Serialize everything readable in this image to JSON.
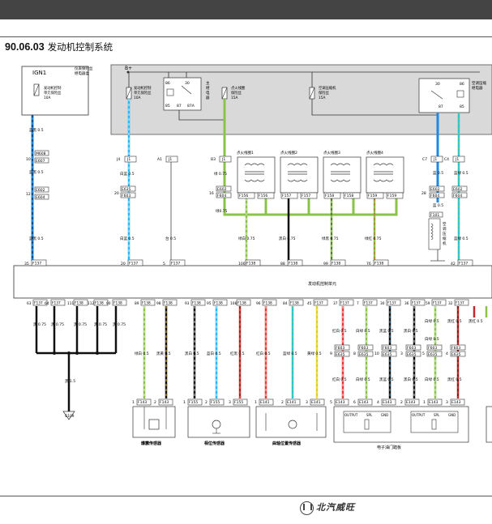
{
  "page": {
    "section_number": "90.06.03",
    "section_title": "发动机控制系统",
    "brand": "北汽威旺"
  },
  "upper": {
    "ign1": "IGN1",
    "dash_fuse_box": [
      "仪表保险丝",
      "继电器盒"
    ],
    "ign1_fuse": [
      "发动机控制",
      "单元保险丝",
      "10A"
    ],
    "bplus": "B+",
    "ecu_fuse": [
      "发动机控制",
      "单元保险丝",
      "10A"
    ],
    "relay_pins": [
      "86",
      "30",
      "85",
      "87",
      "87A"
    ],
    "main_relay": [
      "主",
      "继",
      "电",
      "器"
    ],
    "ignition_fuse": [
      "点火线圈",
      "保险丝",
      "15A"
    ],
    "ac_fuse": [
      "空调压缩机",
      "保险丝",
      "15A"
    ],
    "ac_relay_pins": [
      "30",
      "86",
      "87",
      "85"
    ],
    "ac_relay": [
      "空调压缩",
      "继电器"
    ],
    "ignition_coils": [
      "点火线圈1",
      "点火线圈2",
      "点火线圈3",
      "点火线圈4"
    ],
    "ac_compressor": [
      "空",
      "调",
      "压",
      "缩",
      "机"
    ]
  },
  "connectors": {
    "ign_col": [
      "M608",
      "E607",
      "E602",
      "E604"
    ],
    "ign_pins": [
      "10",
      "12"
    ],
    "j4": [
      "J4",
      "J1"
    ],
    "a1": [
      "A1",
      "J1"
    ],
    "b3": [
      "B3",
      "J1"
    ],
    "j4_lower": [
      "20",
      "E635",
      "F603"
    ],
    "ign_lower": [
      "16",
      "E602",
      "F604"
    ],
    "ac_c7": [
      "C7",
      "J1",
      "C4",
      "J1"
    ],
    "ac_lower": [
      "28",
      "E602",
      "F604",
      "E602",
      "F604",
      "F101"
    ],
    "coil_pins": [
      "F156",
      "F156",
      "F157",
      "F157",
      "F158",
      "F158",
      "F159",
      "F159"
    ]
  },
  "wires_top": [
    {
      "label": "蓝黑 0.5"
    },
    {
      "label": "蓝黑 0.5"
    },
    {
      "label": "白蓝 0.5"
    },
    {
      "label": "白蓝 0.5"
    },
    {
      "label": "台 0.5"
    },
    {
      "label": "绿 0.75"
    },
    {
      "label": "绿0.75"
    },
    {
      "label": "绿白 0.75"
    },
    {
      "label": "黑白 0.75"
    },
    {
      "label": "绿黑 0.75"
    },
    {
      "label": "绿红 0.75"
    },
    {
      "label": "蓝 0.5"
    },
    {
      "label": "蓝绿 0.5"
    },
    {
      "label": "蓝 0.5"
    },
    {
      "label": "蓝绿 0.5"
    },
    {
      "label": "蓝 0.5"
    }
  ],
  "ecu": {
    "label": "发动机控制单元",
    "top_pins": [
      {
        "num": "35",
        "conn": "F137"
      },
      {
        "num": "20",
        "conn": "F137"
      },
      {
        "num": "5",
        "conn": "F137"
      },
      {
        "num": "100",
        "conn": "F138"
      },
      {
        "num": "88",
        "conn": "F138"
      },
      {
        "num": "99",
        "conn": "F138"
      },
      {
        "num": "76",
        "conn": "F138"
      },
      {
        "num": "42",
        "conn": "F137"
      }
    ],
    "bottom_pins": [
      {
        "num": "63",
        "conn": "F137"
      },
      {
        "num": "64",
        "conn": "F137"
      },
      {
        "num": "111",
        "conn": "F138"
      },
      {
        "num": "112",
        "conn": "F138"
      },
      {
        "num": "90",
        "conn": "F138"
      },
      {
        "num": "89",
        "conn": "F138"
      },
      {
        "num": "98",
        "conn": "F138"
      },
      {
        "num": "93",
        "conn": "F138"
      },
      {
        "num": "95",
        "conn": "F138"
      },
      {
        "num": "108",
        "conn": "F138"
      },
      {
        "num": "96",
        "conn": "F138"
      },
      {
        "num": "84",
        "conn": "F138"
      },
      {
        "num": "45",
        "conn": "F137"
      },
      {
        "num": "37",
        "conn": "F137"
      },
      {
        "num": "7",
        "conn": "F137"
      },
      {
        "num": "30",
        "conn": "F137"
      },
      {
        "num": "36",
        "conn": "F137"
      },
      {
        "num": "59",
        "conn": "F137"
      },
      {
        "num": "32",
        "conn": "F137"
      }
    ]
  },
  "ground": {
    "wire": "黑 0.75",
    "main": "黑 1.5",
    "point": "G109"
  },
  "lower_wires": [
    "绿白 0.5",
    "黑黄 0.5",
    "黑白 0.5",
    "蓝白 0.5",
    "红黑 0.5",
    "红白 0.5",
    "蓝绿 0.5",
    "黄绿 0.5"
  ],
  "sensors": {
    "knock": {
      "name": "爆震传感器",
      "pins": [
        "1",
        "F143",
        "2",
        "F143"
      ]
    },
    "phase": {
      "name": "相位传感器",
      "pins": [
        "1",
        "F155",
        "2",
        "F155",
        "3",
        "F155"
      ]
    },
    "crank": {
      "name": "曲轴位置传感器",
      "pins": [
        "1",
        "E141",
        "2",
        "E141",
        "3",
        "E141"
      ]
    },
    "throttle": {
      "name": "电子油门踏板",
      "pins": [
        "5",
        "E143",
        "6",
        "E143",
        "4",
        "E143",
        "2",
        "E143",
        "1",
        "E143",
        "3",
        "E143"
      ],
      "inner": [
        "OUTPUT",
        "SPL",
        "GND",
        "OUTPUT",
        "SPL",
        "GND"
      ]
    }
  },
  "pedal_wires": [
    "红白 0.5",
    "白绿 0.5",
    "黑蓝 0.5",
    "黑白 0.5",
    "白绿 0.5",
    "黑红 0.5",
    "黑红 0.5",
    "白绿 0.5"
  ],
  "pedal_conns": [
    "F603",
    "E635",
    "F603",
    "E635",
    "F603",
    "E635",
    "F603",
    "E635",
    "F603",
    "E635",
    "F603",
    "E635"
  ],
  "pedal_conn_pins": [
    "9",
    "8",
    "10",
    "3",
    "5",
    "4"
  ]
}
